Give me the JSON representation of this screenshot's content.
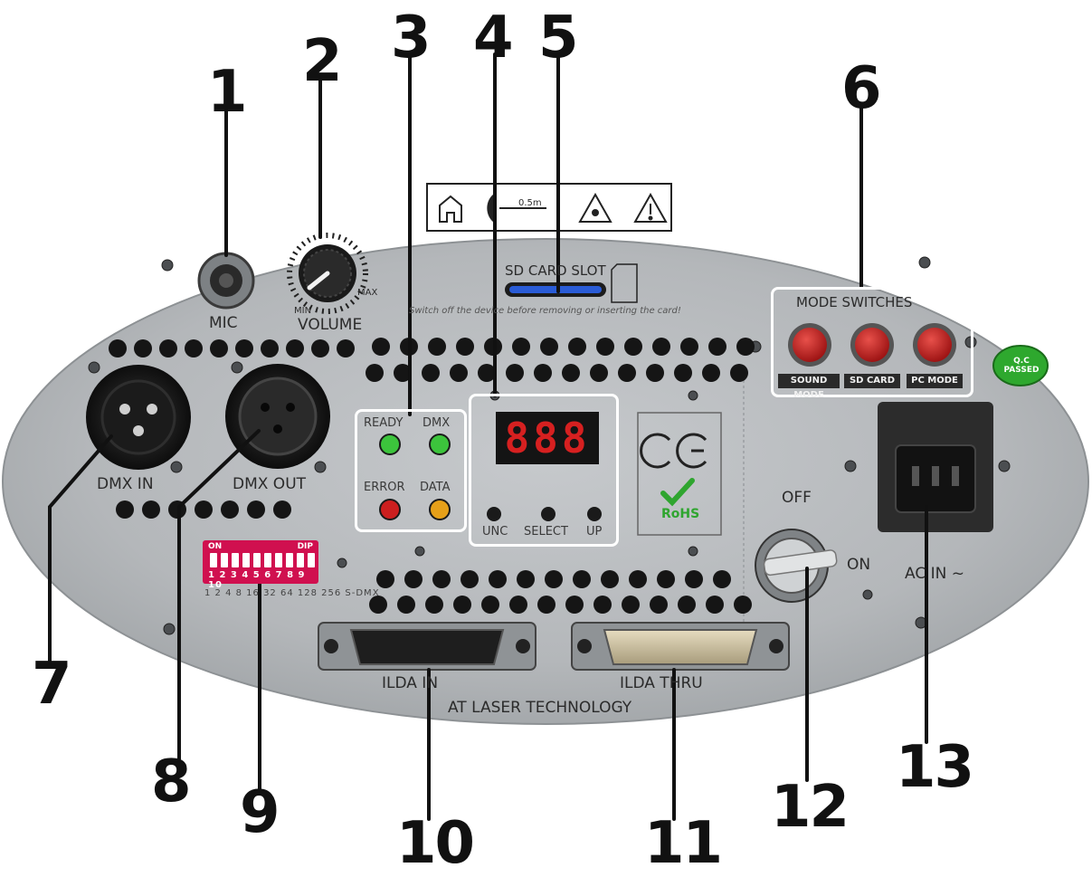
{
  "callouts": [
    "1",
    "2",
    "3",
    "4",
    "5",
    "6",
    "7",
    "8",
    "9",
    "10",
    "11",
    "12",
    "13"
  ],
  "panel": {
    "mic_label": "MIC",
    "volume_label": "VOLUME",
    "volume_min": "MIN",
    "volume_max": "MAX",
    "sd_card_slot": "SD CARD SLOT",
    "sd_card_warning": "Switch off the device before removing or inserting the card!",
    "distance_marker": "0.5m",
    "mode_switches_title": "MODE SWITCHES",
    "mode_buttons": [
      "SOUND MODE",
      "SD CARD",
      "PC MODE"
    ],
    "qc_badge": "Q.C PASSED",
    "led_labels": [
      "READY",
      "DMX",
      "ERROR",
      "DATA"
    ],
    "display_value": "888",
    "display_buttons": [
      "UNC",
      "SELECT",
      "UP"
    ],
    "ce_mark": "CE",
    "rohs_mark": "RoHS",
    "dmx_in": "DMX IN",
    "dmx_out": "DMX OUT",
    "dip_label_on": "ON",
    "dip_label_dip": "DIP",
    "dip_numbers": "1 2 3 4 5 6 7 8 9 10",
    "dip_values": "1 2 4 8 16 32 64 128 256 S-DMX",
    "key_off": "OFF",
    "key_on": "ON",
    "ac_in": "AC IN ~",
    "ilda_in": "ILDA IN",
    "ilda_thru": "ILDA THRU",
    "brand": "AT LASER TECHNOLOGY"
  },
  "colors": {
    "panel": "#b9bcbf",
    "led_green": "#3cc43c",
    "led_red": "#cc1f1f",
    "led_amber": "#e6a019",
    "mode_button": "#c4201f",
    "dip_switch": "#d0104f",
    "sd_slot": "#2a5cd6",
    "highlight_box": "#ffffff"
  }
}
